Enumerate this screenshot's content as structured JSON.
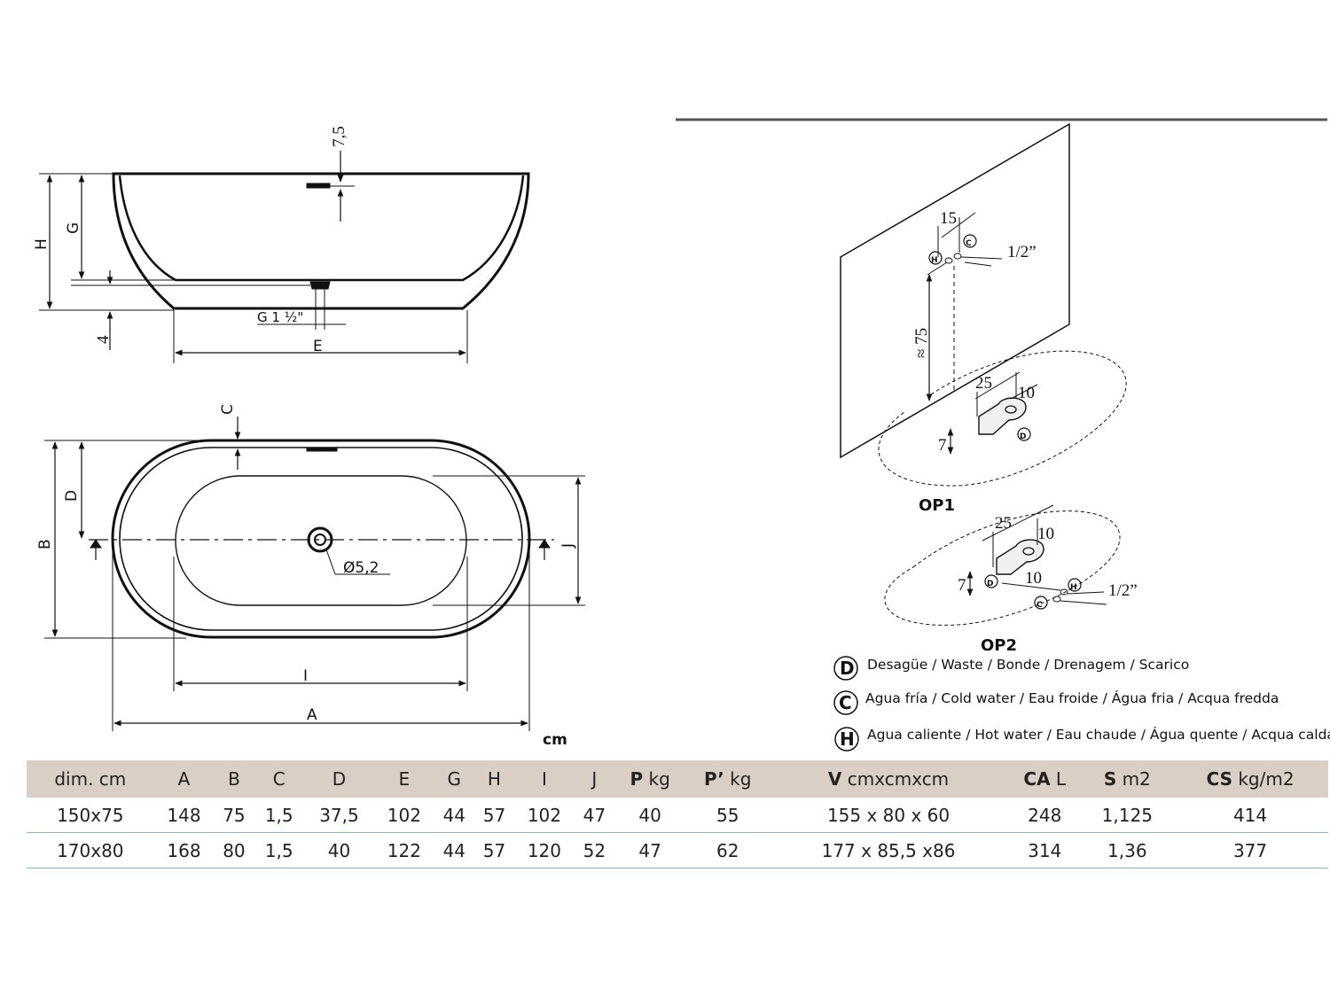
{
  "side_view": {
    "dims": {
      "top_rim": "7,5",
      "H": "H",
      "G": "G",
      "bottom": "4",
      "E": "E",
      "thread": "G 1 ½\""
    }
  },
  "top_view": {
    "dims": {
      "C": "C",
      "D": "D",
      "B": "B",
      "J": "J",
      "I": "I",
      "A": "A",
      "drain": "Ø5,2"
    }
  },
  "unit_label": "cm",
  "op1": {
    "label": "OP1",
    "d15": "15",
    "d75": "≈ 75",
    "d25": "25",
    "d10": "10",
    "d7": "7",
    "pipe": "1/2”",
    "H": "H",
    "C": "C",
    "D": "D"
  },
  "op2": {
    "label": "OP2",
    "d25": "25",
    "d10a": "10",
    "d10b": "10",
    "d7": "7",
    "pipe": "1/2”",
    "H": "H",
    "C": "C",
    "D": "D"
  },
  "legend": [
    {
      "letter": "D",
      "text": "Desagüe / Waste / Bonde / Drenagem / Scarico"
    },
    {
      "letter": "C",
      "text": "Agua fría / Cold water / Eau froide / Água fria / Acqua fredda"
    },
    {
      "letter": "H",
      "text": "Agua caliente / Hot water / Eau chaude / Água quente / Acqua calda"
    }
  ],
  "table": {
    "headers": [
      {
        "b": "",
        "t": "dim. cm"
      },
      {
        "b": "",
        "t": "A"
      },
      {
        "b": "",
        "t": "B"
      },
      {
        "b": "",
        "t": "C"
      },
      {
        "b": "",
        "t": "D"
      },
      {
        "b": "",
        "t": "E"
      },
      {
        "b": "",
        "t": "G"
      },
      {
        "b": "",
        "t": "H"
      },
      {
        "b": "",
        "t": "I"
      },
      {
        "b": "",
        "t": "J"
      },
      {
        "b": "P",
        "t": " kg"
      },
      {
        "b": "P’",
        "t": " kg"
      },
      {
        "b": "V",
        "t": " cmxcmxcm"
      },
      {
        "b": "CA",
        "t": " L"
      },
      {
        "b": "S",
        "t": " m2"
      },
      {
        "b": "CS",
        "t": " kg/m2"
      }
    ],
    "rows": [
      [
        "150x75",
        "148",
        "75",
        "1,5",
        "37,5",
        "102",
        "44",
        "57",
        "102",
        "47",
        "40",
        "55",
        "155 x 80 x 60",
        "248",
        "1,125",
        "414"
      ],
      [
        "170x80",
        "168",
        "80",
        "1,5",
        "40",
        "122",
        "44",
        "57",
        "120",
        "52",
        "47",
        "62",
        "177 x 85,5 x86",
        "314",
        "1,36",
        "377"
      ]
    ]
  }
}
